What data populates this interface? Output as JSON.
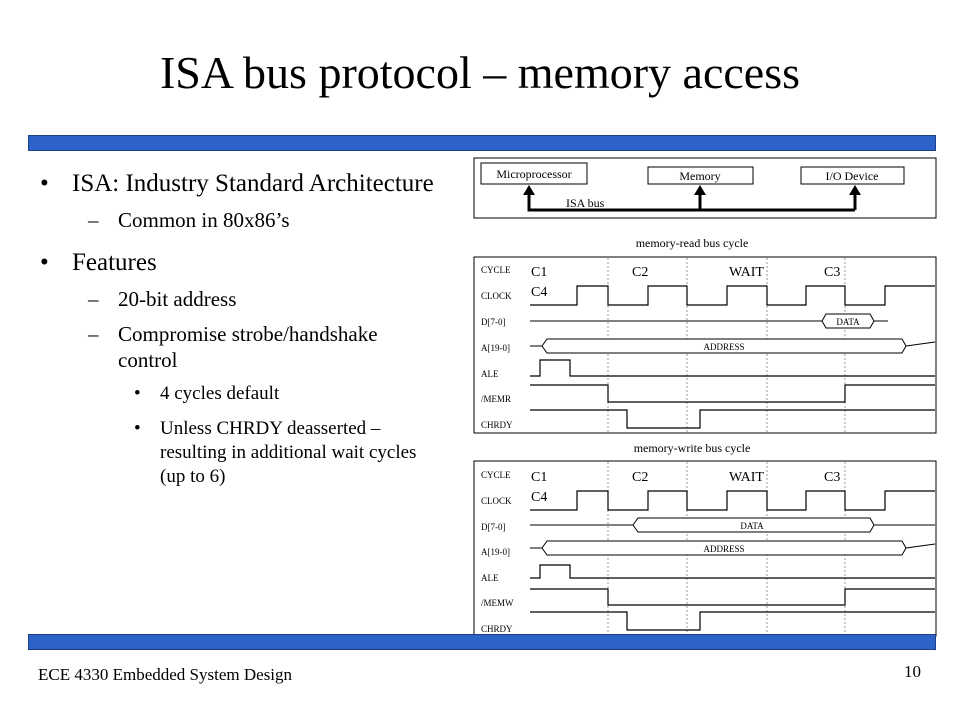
{
  "title": "ISA bus protocol – memory access",
  "bullets": {
    "isa": "ISA: Industry Standard Architecture",
    "common": "Common in 80x86’s",
    "features": "Features",
    "addr": "20-bit address",
    "compromise": "Compromise strobe/handshake control",
    "cycles_default": "4 cycles default",
    "unless": "Unless CHRDY deasserted – resulting in additional wait cycles (up to 6)"
  },
  "bus_diagram": {
    "microprocessor": "Microprocessor",
    "memory": "Memory",
    "io_device": "I/O Device",
    "isa_bus": "ISA bus"
  },
  "read_cycle": {
    "caption": "memory-read bus cycle",
    "cycle_labels": [
      "C1",
      "C2",
      "WAIT",
      "C3",
      "C4"
    ],
    "signals": [
      "CYCLE",
      "CLOCK",
      "D[7-0]",
      "A[19-0]",
      "ALE",
      "/MEMR",
      "CHRDY"
    ],
    "data_label": "DATA",
    "address_label": "ADDRESS"
  },
  "write_cycle": {
    "caption": "memory-write bus cycle",
    "cycle_labels": [
      "C1",
      "C2",
      "WAIT",
      "C3",
      "C4"
    ],
    "signals": [
      "CYCLE",
      "CLOCK",
      "D[7-0]",
      "A[19-0]",
      "ALE",
      "/MEMW",
      "CHRDY"
    ],
    "data_label": "DATA",
    "address_label": "ADDRESS"
  },
  "footer": "ECE 4330 Embedded System Design",
  "page_number": "10",
  "colors": {
    "accent_bar": "#2d63c8"
  }
}
